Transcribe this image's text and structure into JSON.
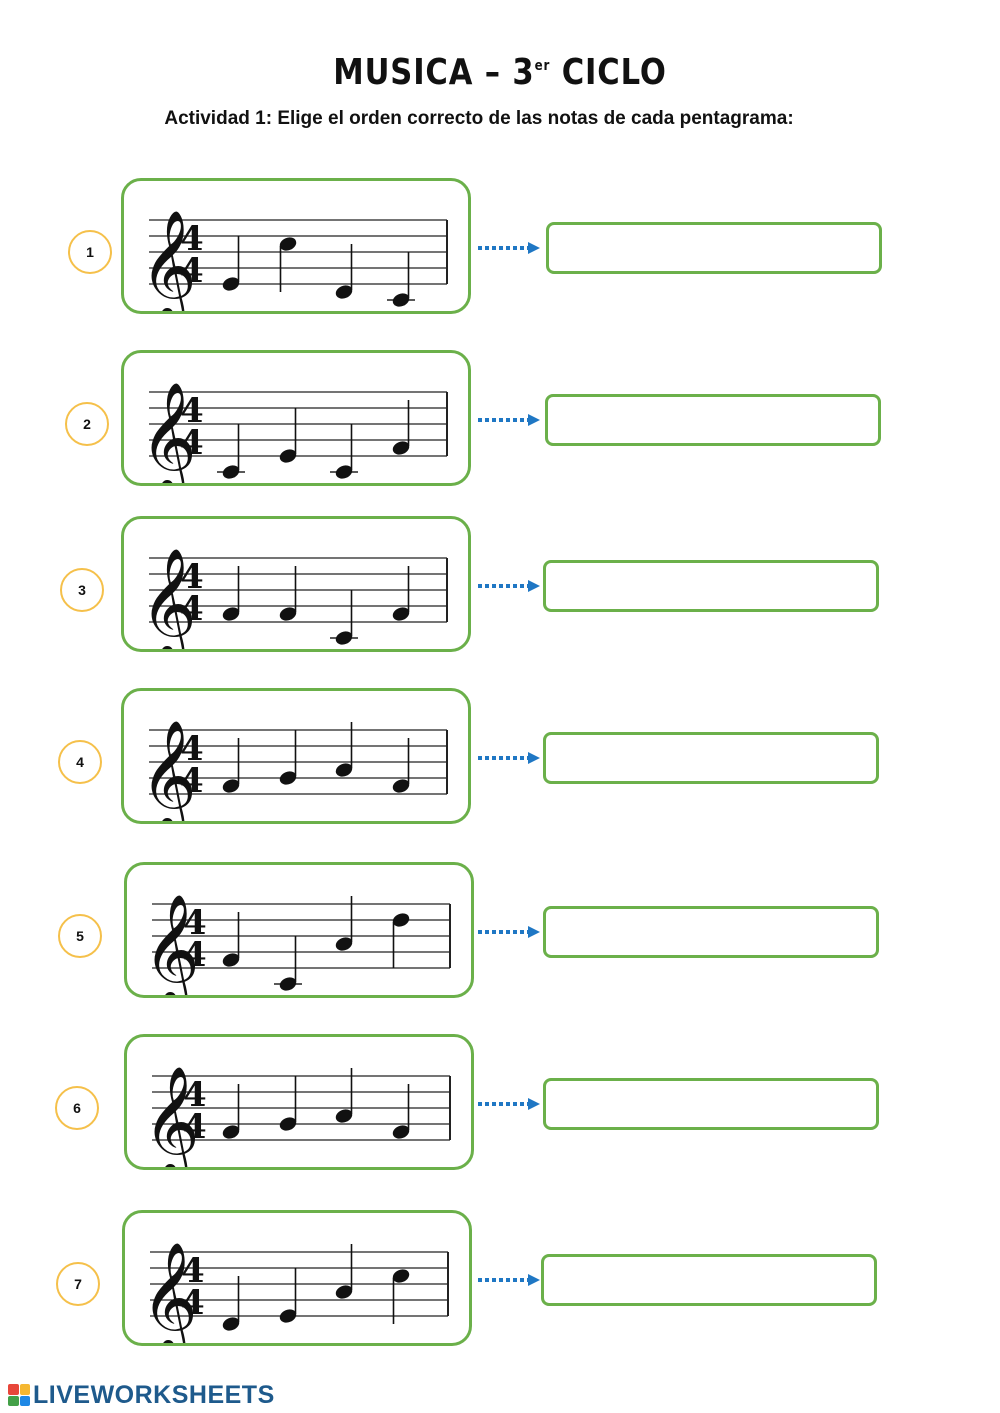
{
  "header": {
    "title_main": "MUSICA – 3",
    "title_sup": "er",
    "title_end": " CICLO",
    "instructions": "Actividad 1: Elige el orden correcto de las notas de cada pentagrama:"
  },
  "time_signature": {
    "top": "4",
    "bottom": "4"
  },
  "exercises": [
    {
      "number": "1",
      "notes": [
        "mi",
        "do2",
        "re",
        "do"
      ],
      "answer": ""
    },
    {
      "number": "2",
      "notes": [
        "do",
        "mi",
        "do",
        "fa"
      ],
      "answer": ""
    },
    {
      "number": "3",
      "notes": [
        "fa",
        "fa",
        "do",
        "fa"
      ],
      "answer": ""
    },
    {
      "number": "4",
      "notes": [
        "fa",
        "sol",
        "la",
        "fa"
      ],
      "answer": ""
    },
    {
      "number": "5",
      "notes": [
        "fa",
        "do",
        "la",
        "re2"
      ],
      "answer": ""
    },
    {
      "number": "6",
      "notes": [
        "fa",
        "sol",
        "la",
        "fa"
      ],
      "answer": ""
    },
    {
      "number": "7",
      "notes": [
        "re",
        "mi",
        "la",
        "do2"
      ],
      "answer": ""
    }
  ],
  "colors": {
    "box_border": "#6bb04a",
    "circle_border": "#f5c04a",
    "arrow": "#1f77c4",
    "logo": "#1e5a8c"
  },
  "footer": {
    "logo_text": "LIVEWORKSHEETS"
  }
}
